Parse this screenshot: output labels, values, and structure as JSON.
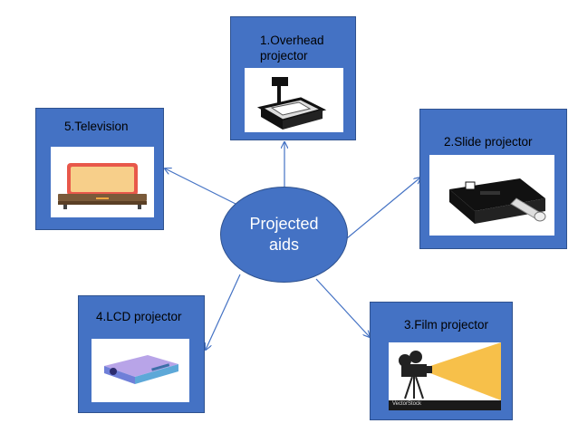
{
  "hub": {
    "label": "Projected\naids"
  },
  "nodes": {
    "overhead": {
      "label": "1.Overhead\nprojector"
    },
    "slide": {
      "label": "2.Slide projector"
    },
    "film": {
      "label": "3.Film projector",
      "watermark": "VectorStock"
    },
    "lcd": {
      "label": "4.LCD projector"
    },
    "television": {
      "label": "5.Television"
    }
  },
  "colors": {
    "box_fill": "#4472c4",
    "box_border": "#2f528f",
    "connector": "#4472c4",
    "hub_text": "#ffffff",
    "label_text": "#000000"
  }
}
